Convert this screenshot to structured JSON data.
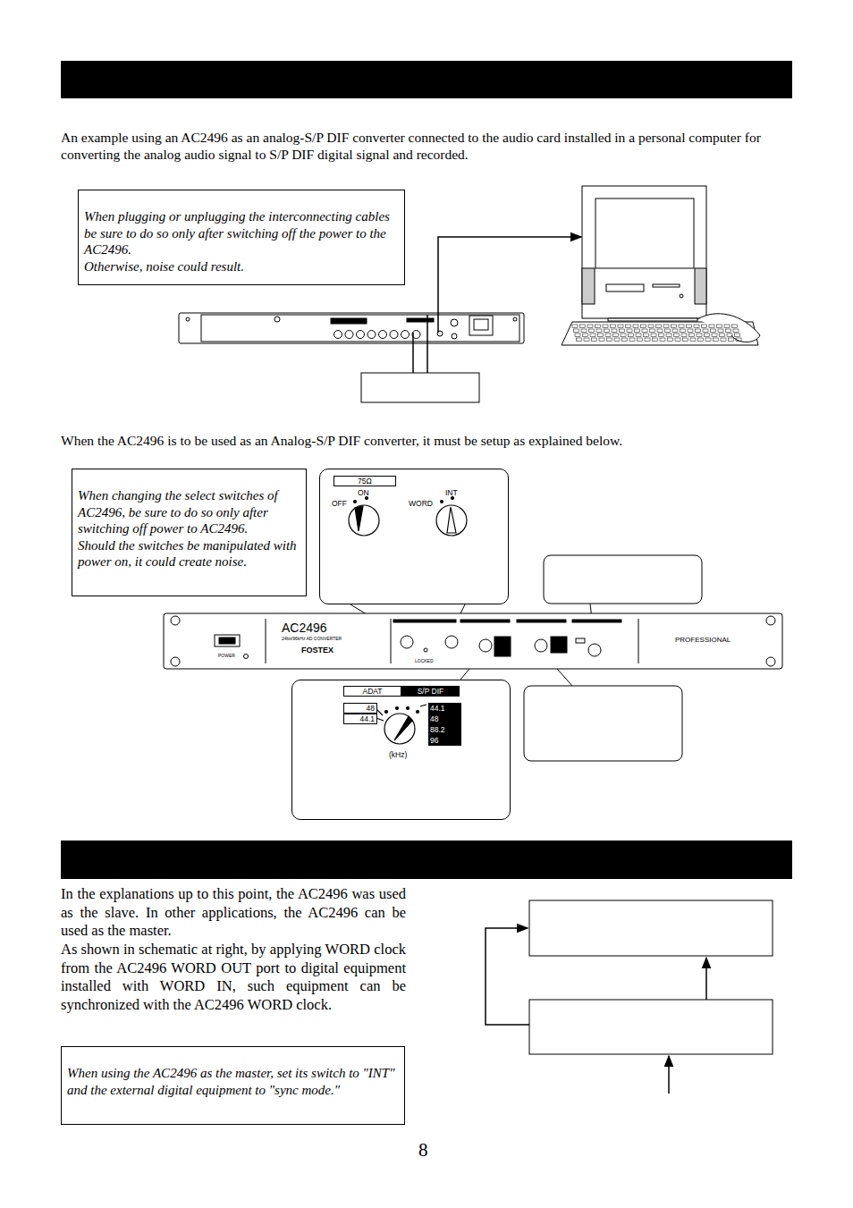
{
  "diagram": {
    "nodes": [
      {
        "text": [
          "When plugging or unplugging the interconnecting cables be sure to do so only after switching off the power to the AC2496.",
          "Otherwise, noise could result."
        ]
      },
      {
        "text": [
          "When changing the select switches of AC2496, be sure to do so only after switching off power to AC2496.",
          "Should the switches be manipulated with power on, it could create noise."
        ]
      },
      {
        "text": [
          "75Ω",
          "OFF",
          "ON",
          "WORD",
          "INT"
        ]
      },
      {
        "text": [
          "ADAT",
          "S/P DIF",
          "48",
          "44.1",
          "44.1",
          "48",
          "88.2",
          "96",
          "(kHz)"
        ]
      },
      {
        "text": [
          "When using the AC2496 as the master, set its switch to \"INT\" and the external digital equipment to \"sync mode.\""
        ]
      }
    ],
    "labels": [
      "An example using an AC2496 as an analog-S/P DIF converter connected to the audio card installed in a personal computer for converting the analog audio signal to S/P DIF digital signal and recorded.",
      "When the AC2496 is to be used as an Analog-S/P DIF converter, it must be setup as explained below.",
      "In the explanations up to this point, the AC2496 was used as the slave. In other applications, the AC2496 can be used as the master.",
      "As shown in schematic at right, by applying WORD clock from the AC2496 WORD OUT port to digital equipment installed with WORD IN, such equipment can be synchronized with the AC2496 WORD clock.",
      "AC2496",
      "24bit/96kHz AD CONVERTER",
      "FOSTEX",
      "POWER",
      "LOCKED",
      "PROFESSIONAL",
      "8"
    ]
  }
}
